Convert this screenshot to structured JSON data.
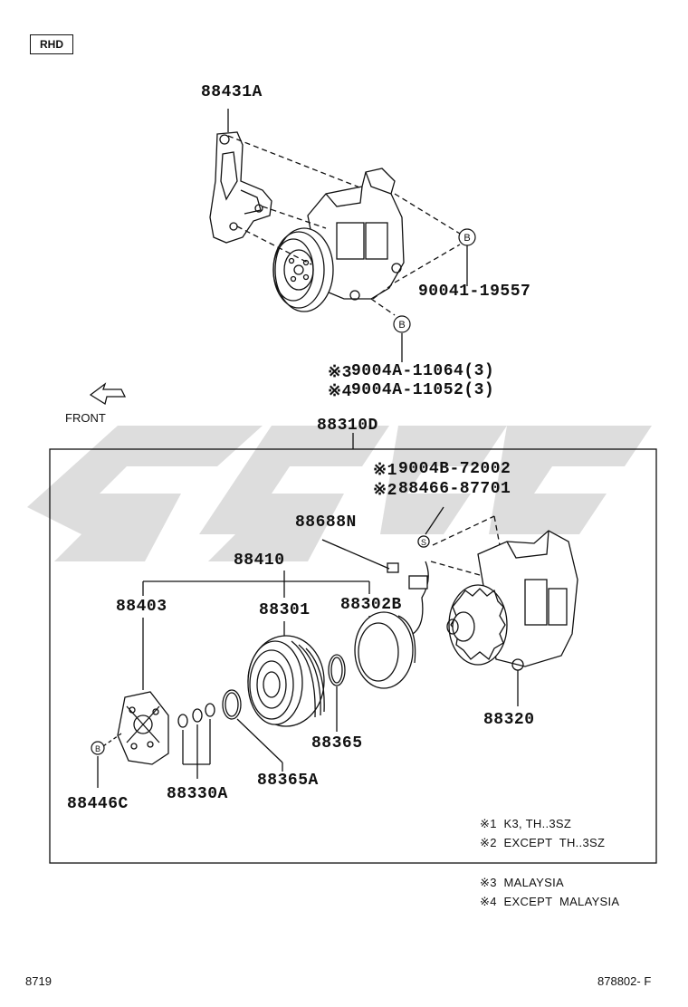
{
  "badge": "RHD",
  "front_label": "FRONT",
  "circle_marker": "B",
  "service_marker": "S",
  "parts": {
    "bracket": "88431A",
    "bolt_b": "90041-19557",
    "bolt_3": "9004A-11064(3)",
    "bolt_4": "9004A-11052(3)",
    "compressor_assy": "88310D",
    "sensor_1": "9004B-72002",
    "sensor_2": "88466-87701",
    "wire_bracket": "88688N",
    "clutch_assy": "88410",
    "pressure_plate": "88403",
    "pulley": "88301",
    "field_coil": "88302B",
    "compressor": "88320",
    "snap_ring": "88365",
    "snap_ring_a": "88365A",
    "shims": "88330A",
    "bolt_c": "88446C"
  },
  "marks": {
    "m1": "※1",
    "m2": "※2",
    "m3": "※3",
    "m4": "※4"
  },
  "notes": {
    "n1": "※1  K3, TH..3SZ",
    "n2": "※2  EXCEPT  TH..3SZ",
    "n3": "※3  MALAYSIA",
    "n4": "※4  EXCEPT  MALAYSIA"
  },
  "footer": {
    "left": "8719",
    "right": "878802- F"
  }
}
